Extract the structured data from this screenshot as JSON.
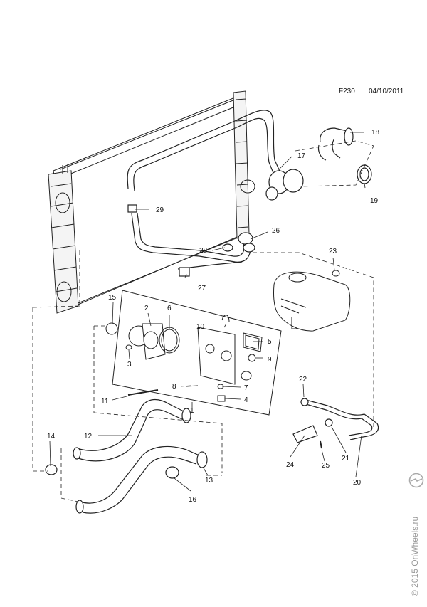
{
  "header": {
    "code": "F230",
    "date": "04/10/2011"
  },
  "callouts": {
    "c1": "1",
    "c2": "2",
    "c3": "3",
    "c4": "4",
    "c5": "5",
    "c6": "6",
    "c7": "7",
    "c8": "8",
    "c9": "9",
    "c10": "10",
    "c11": "11",
    "c12": "12",
    "c13": "13",
    "c14": "14",
    "c15": "15",
    "c16": "16",
    "c17": "17",
    "c18": "18",
    "c19": "19",
    "c20": "20",
    "c21": "21",
    "c22": "22",
    "c23": "23",
    "c24": "24",
    "c25": "25",
    "c26": "26",
    "c27": "27",
    "c28": "28",
    "c29": "29"
  },
  "watermark": {
    "text": "© 2015 OnWheels.ru"
  },
  "icons": {
    "watermark_logo": "opel-logo-icon"
  }
}
